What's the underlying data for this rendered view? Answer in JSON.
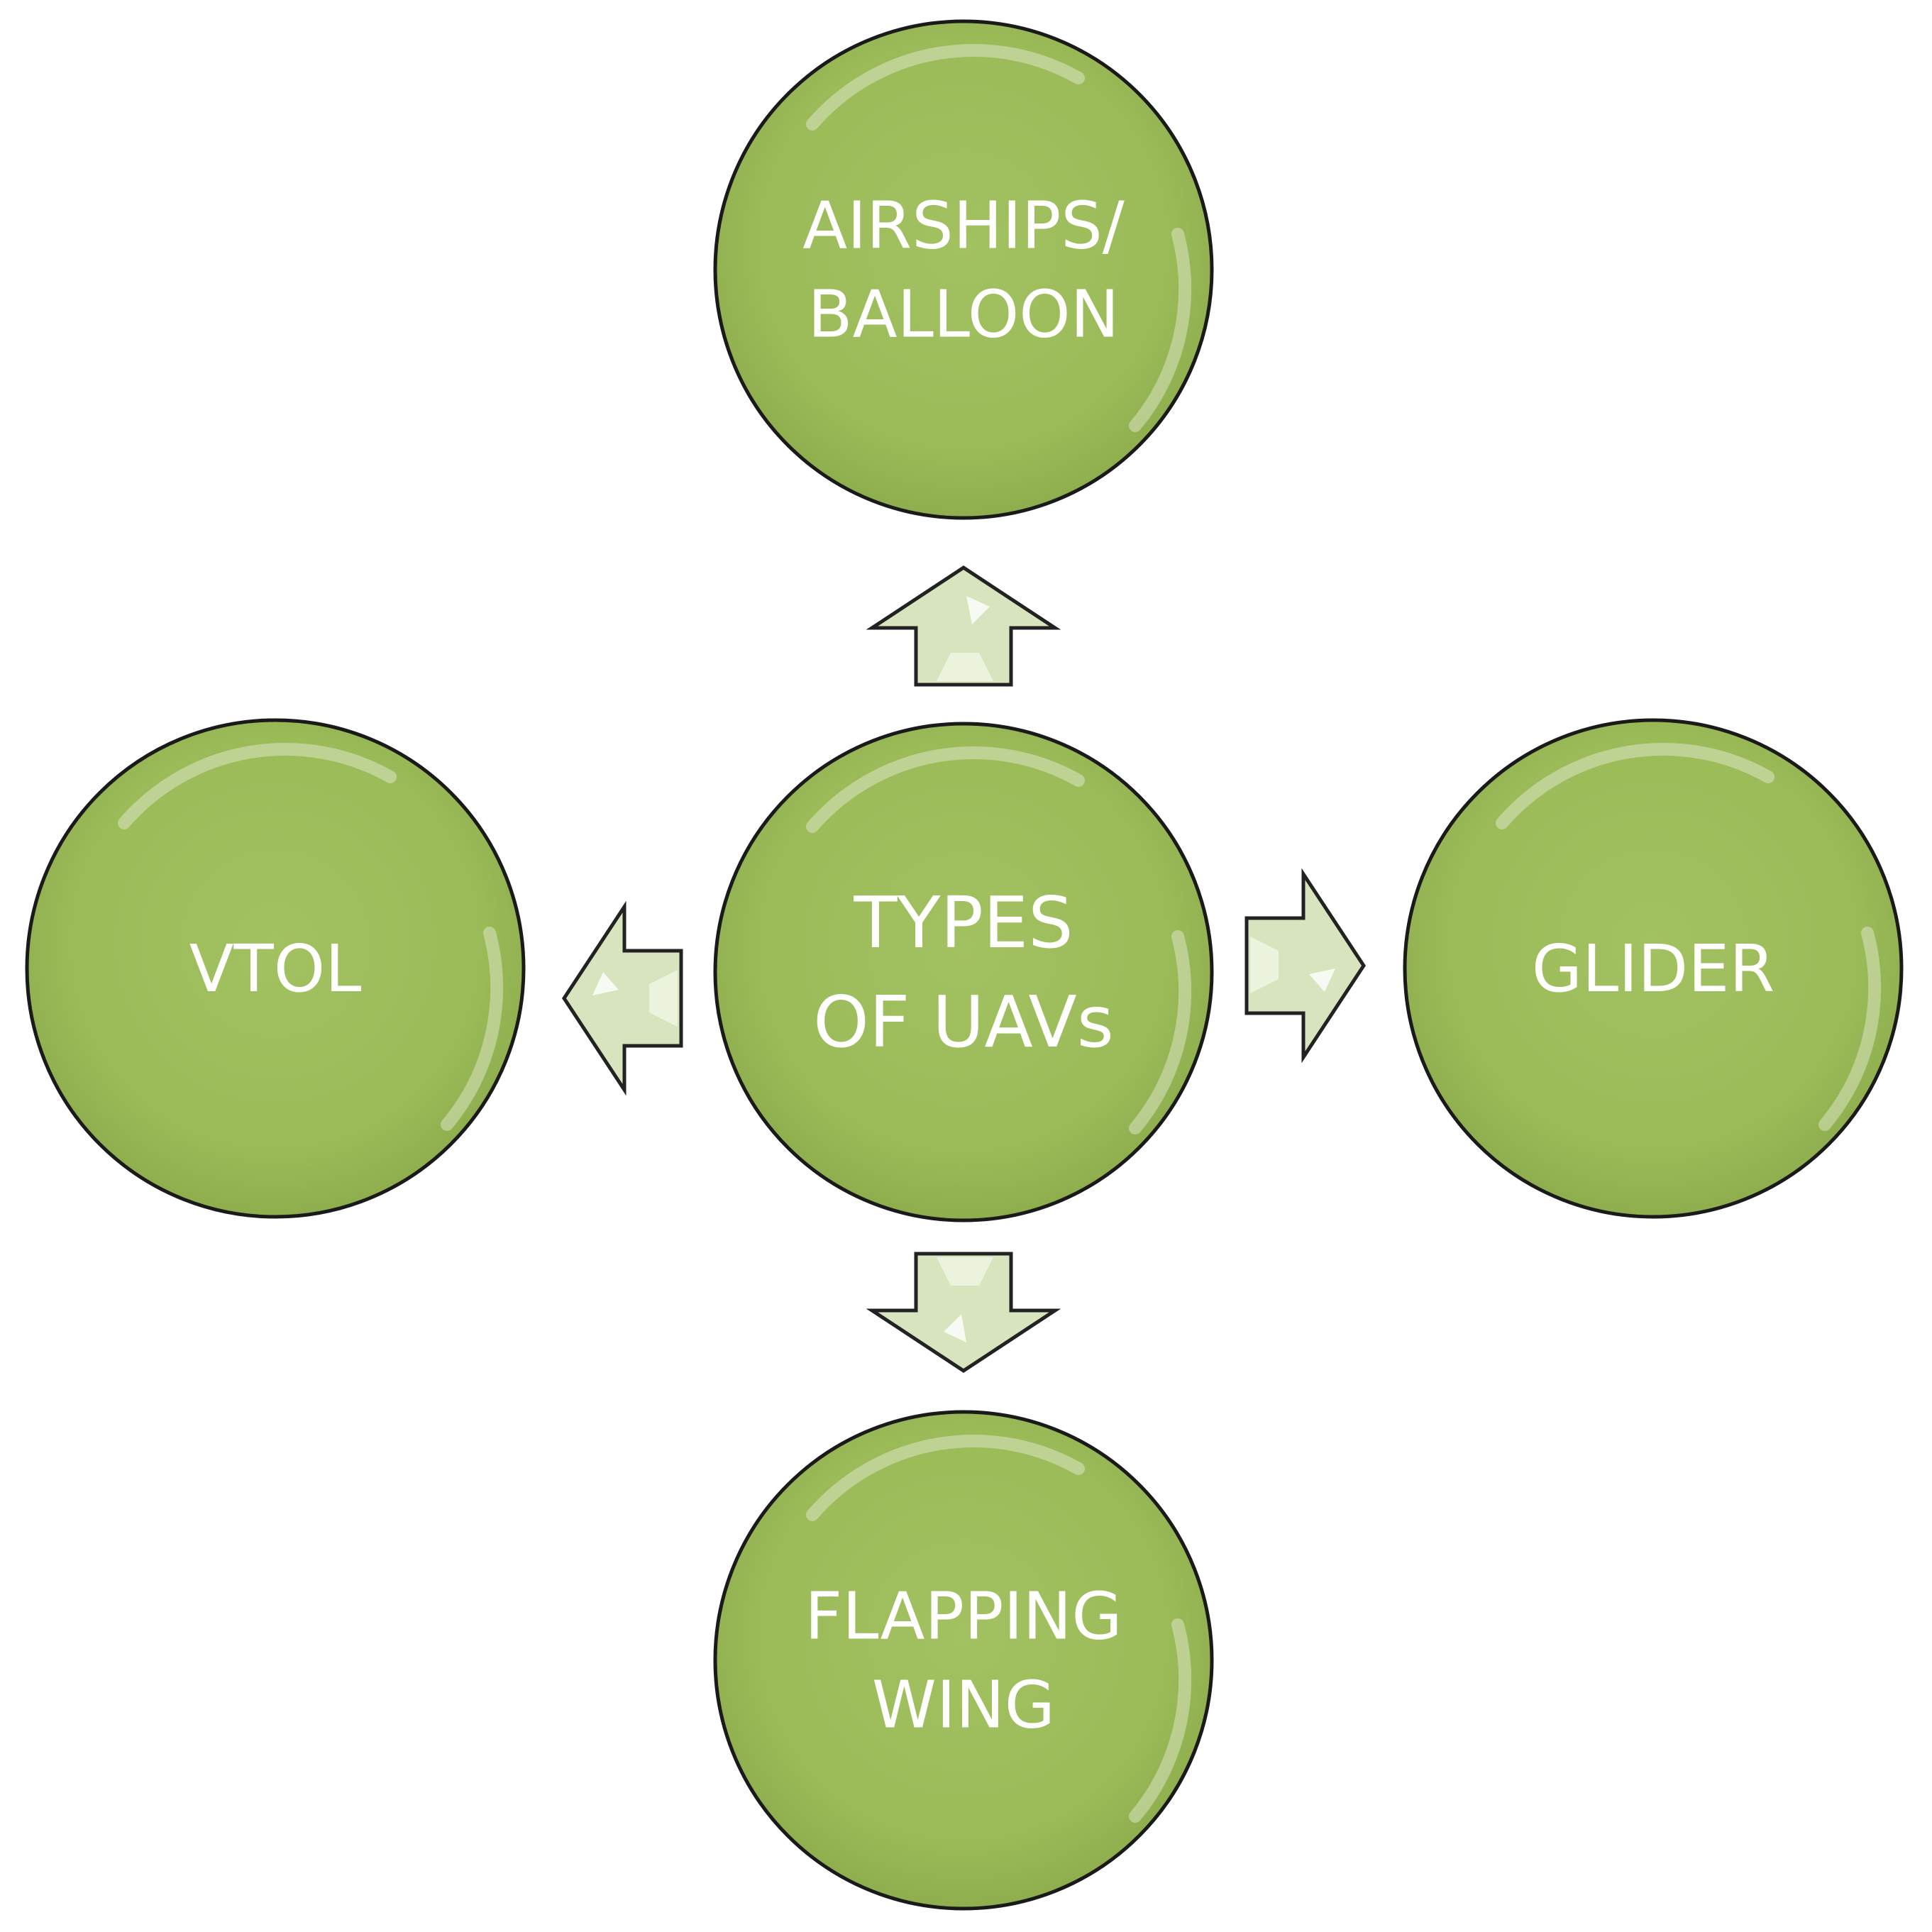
{
  "diagram": {
    "center": {
      "lines": [
        "TYPES",
        "OF UAVs"
      ]
    },
    "nodes": {
      "top": {
        "lines": [
          "AIRSHIPS/",
          "BALLOON"
        ]
      },
      "left": {
        "lines": [
          "VTOL"
        ]
      },
      "right": {
        "lines": [
          "GLIDER"
        ]
      },
      "bottom": {
        "lines": [
          "FLAPPING",
          "WING"
        ]
      }
    },
    "colors": {
      "circle_fill": "#9bbb59",
      "circle_stroke": "#1a1a1a",
      "arrow_fill": "#d7e4bd",
      "arrow_stroke": "#222222",
      "text": "#ffffff"
    }
  }
}
